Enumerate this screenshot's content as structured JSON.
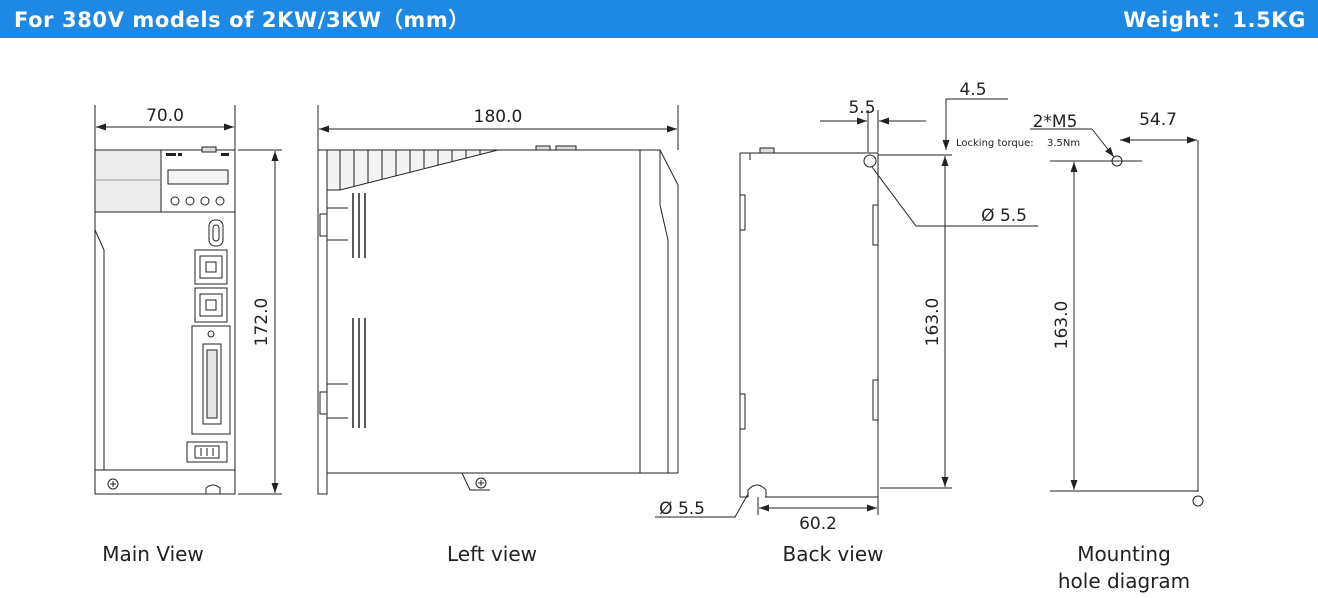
{
  "header": {
    "title": "For 380V models of 2KW/3KW（mm）",
    "weight": "Weight：1.5KG",
    "background_color": "#1e88e5"
  },
  "main_view": {
    "caption": "Main View",
    "width_dim": "70.0",
    "height_dim": "172.0"
  },
  "left_view": {
    "caption": "Left view",
    "depth_dim": "180.0"
  },
  "back_view": {
    "caption": "Back view",
    "top_offset_dim": "5.5",
    "hole_dia_top": "Ø 5.5",
    "hole_dia_bottom": "Ø 5.5",
    "hole_spacing_dim": "163.0",
    "bottom_offset_dim": "60.2"
  },
  "mounting": {
    "caption_line1": "Mounting",
    "caption_line2": "hole diagram",
    "offset_dim": "4.5",
    "screw_spec": "2*M5",
    "torque_label": "Locking torque:",
    "torque_value": "3.5Nm",
    "horizontal_dim": "54.7",
    "vertical_dim": "163.0"
  }
}
